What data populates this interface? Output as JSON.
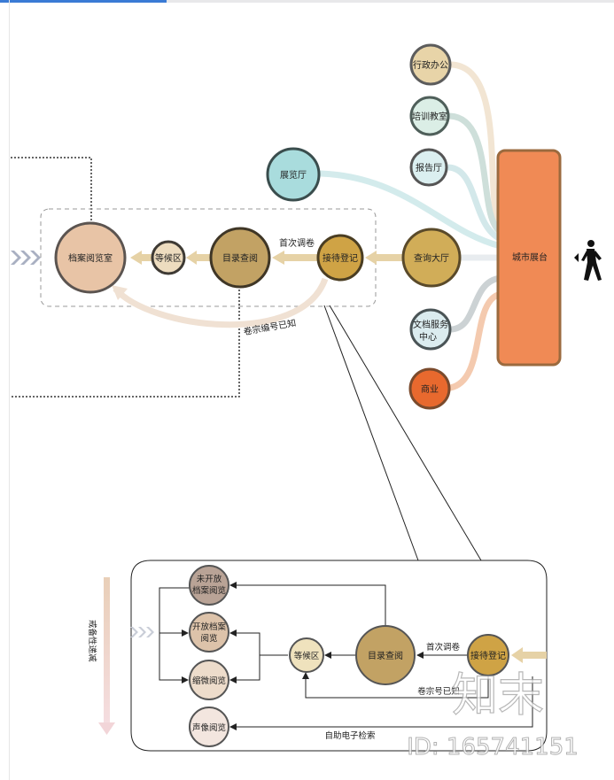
{
  "top": {
    "nodes": {
      "admin_office": "行政办公",
      "training_room": "培训教室",
      "lecture_hall": "报告厅",
      "exhibition_hall": "展览厅",
      "city_platform": "城市展台",
      "inquiry_hall": "查询大厅",
      "registration": "接待登记",
      "catalog": "目录查阅",
      "waiting_area": "等候区",
      "reading_room": "档案阅览室",
      "doc_service_l1": "文档服务",
      "doc_service_l2": "中心",
      "commercial": "商业"
    },
    "labels": {
      "first_retrieval": "首次调卷",
      "number_known": "卷宗编号已知"
    }
  },
  "bottom": {
    "nodes": {
      "closed_l1": "未开放",
      "closed_l2": "档案阅览",
      "open_l1": "开放档案",
      "open_l2": "阅览",
      "microfilm": "缩微阅览",
      "audio_video": "声像阅览",
      "waiting_area": "等候区",
      "catalog": "目录查阅",
      "registration": "接待登记"
    },
    "labels": {
      "first_retrieval": "首次调卷",
      "number_known": "卷宗号已知",
      "self_search": "自助电子检索",
      "security_decreasing": "戒备性递减"
    }
  },
  "watermark": {
    "brand": "知末",
    "id": "ID: 165741151"
  },
  "colors": {
    "city_platform": "#f08a55",
    "commercial": "#e8692e",
    "reading_room": "#e8c4a6",
    "catalog": "#c2a264",
    "registration": "#cfa345",
    "inquiry_hall": "#d1ad58",
    "exhibition_hall": "#a9dcdd",
    "flow_arrow": "#e6d2a6"
  }
}
